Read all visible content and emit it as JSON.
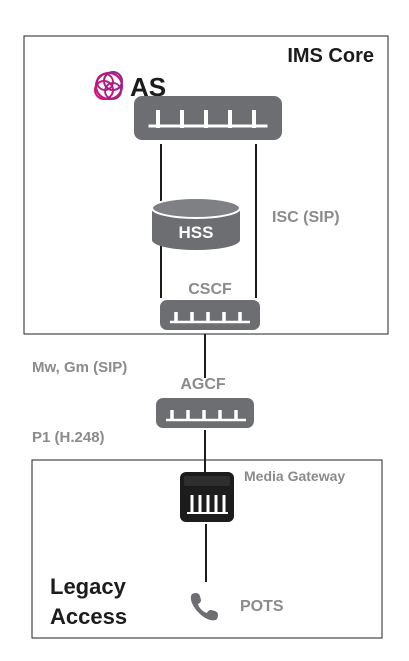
{
  "core": {
    "title": "IMS Core",
    "as_label": "AS",
    "hss_label": "HSS",
    "cscf_label": "CSCF",
    "isc_label": "ISC (SIP)"
  },
  "interfaces": {
    "mw_gm": "Mw, Gm (SIP)",
    "agcf_label": "AGCF",
    "p1": "P1 (H.248)"
  },
  "access": {
    "title_line1": "Legacy",
    "title_line2": "Access",
    "media_gateway": "Media Gateway",
    "pots": "POTS"
  },
  "colors": {
    "device_gray": "#6d6e71",
    "label_gray": "#8a8b8d",
    "dark": "#1c1c1c",
    "logo_magenta": "#c8177d",
    "logo_purple": "#8e2a8e",
    "border": "#222222"
  },
  "icons": {
    "as_logo": "as-logo-icon",
    "phone": "phone-icon"
  }
}
